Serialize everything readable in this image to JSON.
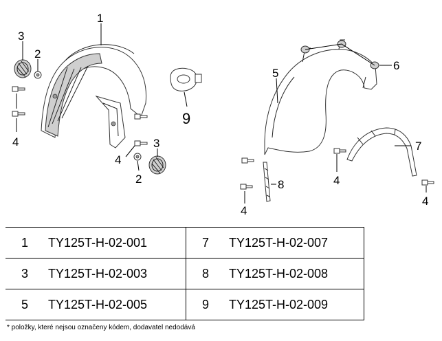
{
  "callouts": {
    "c1": "1",
    "c2a": "2",
    "c3a": "3",
    "c4a": "4",
    "c4b": "4",
    "c3b": "3",
    "c2b": "2",
    "c9": "9",
    "c5": "5",
    "c6": "6",
    "c7": "7",
    "c8": "8",
    "c4c": "4",
    "c4d": "4",
    "c4e": "4"
  },
  "parts_table": [
    {
      "left_no": "1",
      "left_code": "TY125T-H-02-001",
      "right_no": "7",
      "right_code": "TY125T-H-02-007"
    },
    {
      "left_no": "3",
      "left_code": "TY125T-H-02-003",
      "right_no": "8",
      "right_code": "TY125T-H-02-008"
    },
    {
      "left_no": "5",
      "left_code": "TY125T-H-02-005",
      "right_no": "9",
      "right_code": "TY125T-H-02-009"
    }
  ],
  "footnote": "* položky, které nejsou označeny kódem, dodavatel nedodává"
}
